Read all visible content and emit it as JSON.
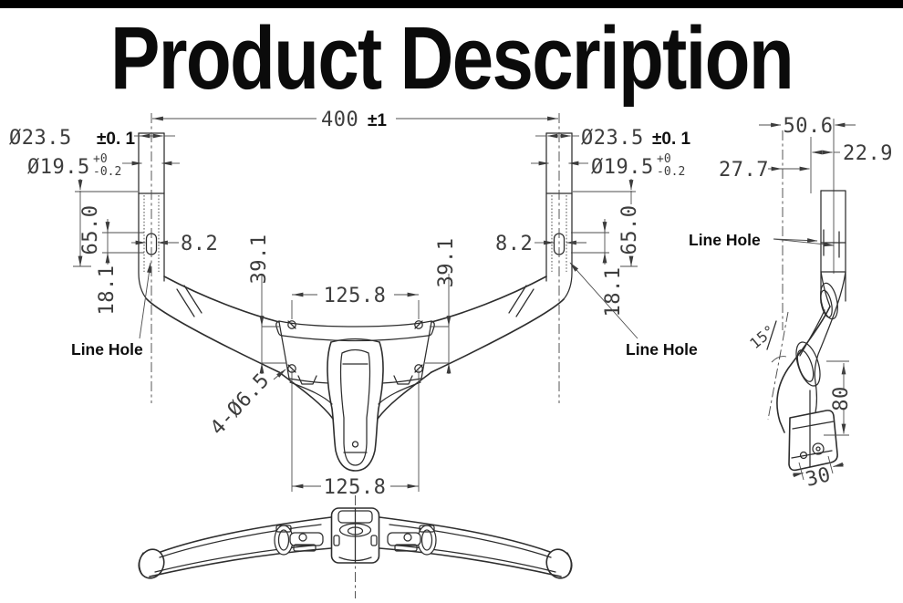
{
  "title": "Product Description",
  "front_view": {
    "overall_width": "400",
    "overall_width_tol": "±1",
    "clamp_diameter": "Ø23.5",
    "clamp_diameter_tol": "±0. 1",
    "bore_diameter": "Ø19.5",
    "bore_tol_upper": "+0",
    "bore_tol_lower": "-0.2",
    "drop_section_length": "65.0",
    "line_hole_length": "18.1",
    "line_hole_width": "8.2",
    "bolt_hole_spacing_h": "125.8",
    "bolt_hole_spacing_v": "39.1",
    "bolt_holes": "4-Ø6.5",
    "line_hole_label": "Line Hole"
  },
  "side_view": {
    "reach": "50.6",
    "tube_width": "22.9",
    "center_offset": "27.7",
    "stem_angle": "15°",
    "drop_height": "80",
    "clamp_width": "30",
    "line_hole_label": "Line Hole"
  }
}
